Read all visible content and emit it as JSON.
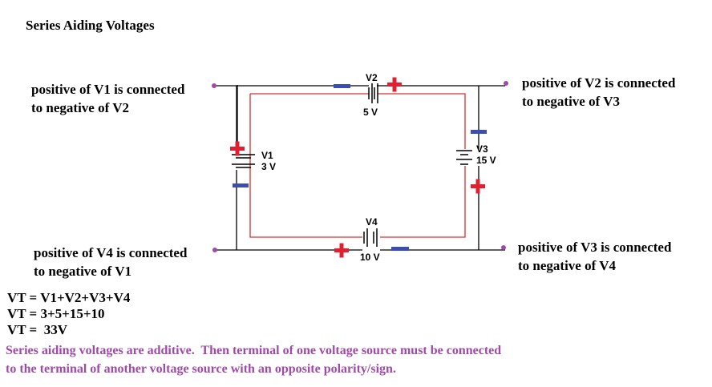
{
  "title": "Series Aiding Voltages",
  "notes": {
    "top_left": [
      "positive of V1 is connected",
      "to negative of V2"
    ],
    "top_right": [
      "positive of V2 is connected",
      "to negative of V3"
    ],
    "bottom_left": [
      "positive of V4 is connected",
      "to negative of V1"
    ],
    "bottom_right": [
      "positive of V3 is connected",
      "to negative of V4"
    ]
  },
  "sources": {
    "v1": {
      "name": "V1",
      "value": "3 V"
    },
    "v2": {
      "name": "V2",
      "value": "5 V"
    },
    "v3": {
      "name": "V3",
      "value": "15 V"
    },
    "v4": {
      "name": "V4",
      "value": "10 V"
    }
  },
  "equations": [
    "VT = V1+V2+V3+V4",
    "VT = 3+5+15+10",
    "VT =  33V"
  ],
  "summary": [
    "Series aiding voltages are additive.  Then terminal of one voltage source must be connected",
    "to the terminal of another voltage source with an opposite polarity/sign."
  ],
  "colors": {
    "wire": "#000000",
    "current_path": "#d93030",
    "positive": "#e02030",
    "negative": "#3a4db0",
    "node_dot": "#a04aa8",
    "summary_text": "#a04aa8"
  }
}
